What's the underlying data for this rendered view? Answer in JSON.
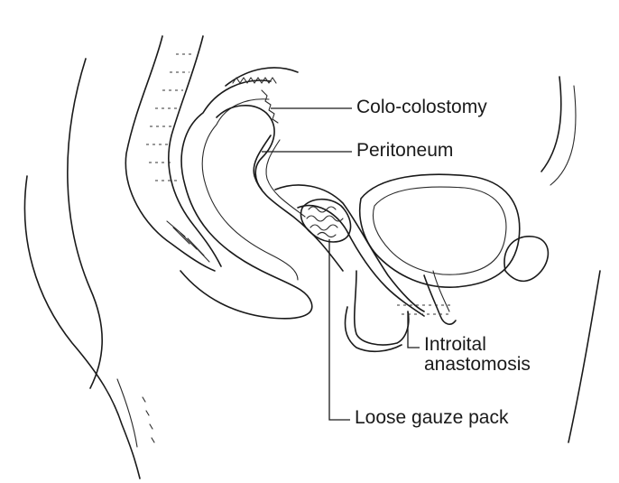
{
  "labels": {
    "colo_colostomy": "Colo-colostomy",
    "peritoneum": "Peritoneum",
    "introital_line1": "Introital",
    "introital_line2": "anastomosis",
    "gauze_pack": "Loose gauze pack"
  }
}
